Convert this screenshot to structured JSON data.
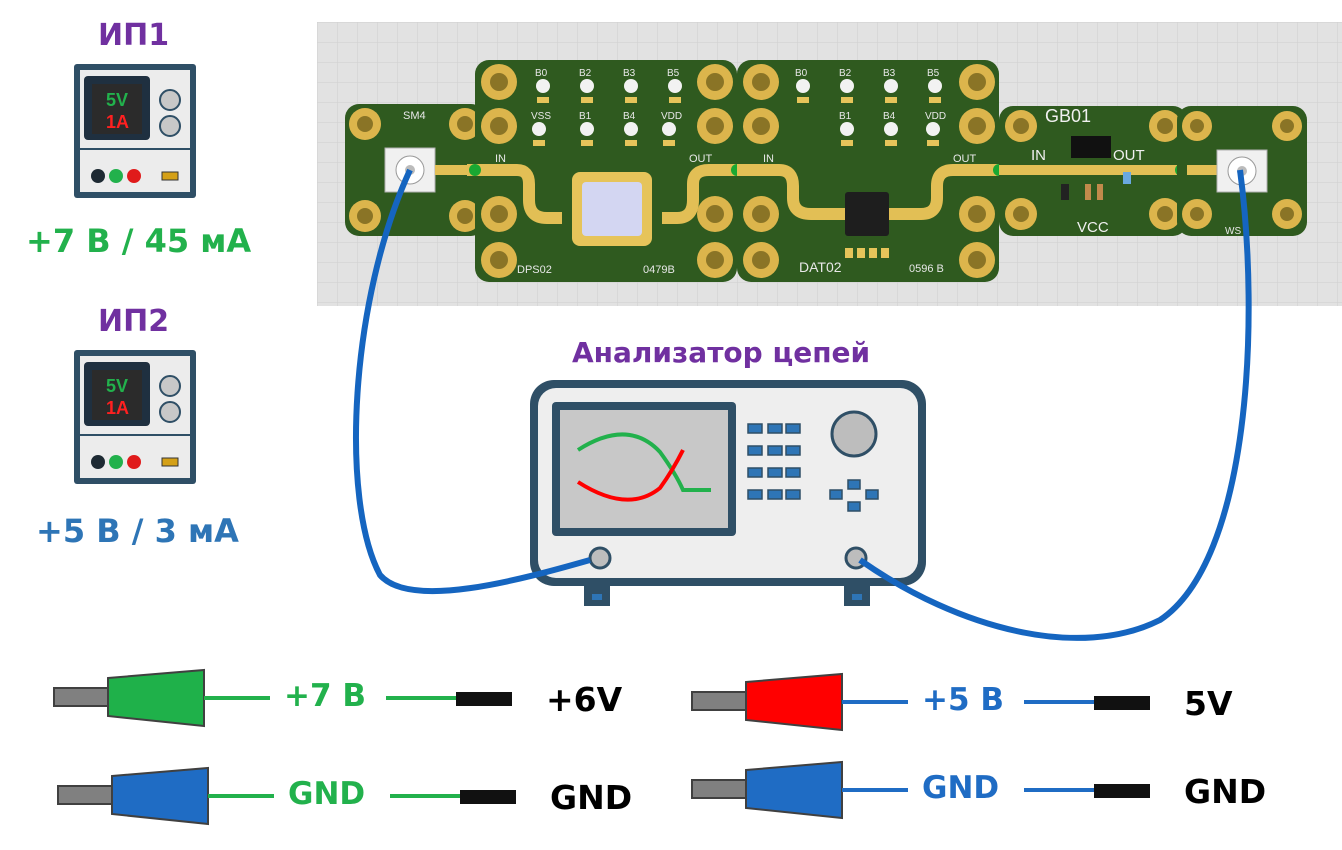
{
  "power_supplies": [
    {
      "title": "ИП1",
      "display_voltage": "5V",
      "display_current": "1A",
      "spec": "+7 В / 45 мА",
      "spec_color": "#22b14c"
    },
    {
      "title": "ИП2",
      "display_voltage": "5V",
      "display_current": "1A",
      "spec": "+5 В / 3 мА",
      "spec_color": "#2e75b6"
    }
  ],
  "boards": [
    {
      "name": "SM4"
    },
    {
      "name": "DPS02",
      "code": "0479B",
      "in_label": "IN",
      "out_label": "OUT",
      "pins": [
        "B0",
        "B2",
        "B3",
        "B5",
        "VSS",
        "B1",
        "B4",
        "VDD"
      ]
    },
    {
      "name": "DAT02",
      "code": "0596 B",
      "in_label": "IN",
      "out_label": "OUT",
      "pins": [
        "B0",
        "B2",
        "B3",
        "B5",
        "B1",
        "B4",
        "VDD"
      ]
    },
    {
      "name": "GB01",
      "in_label": "IN",
      "out_label": "OUT",
      "vcc_label": "VCC"
    },
    {
      "name": "WS"
    }
  ],
  "analyzer": {
    "title": "Анализатор цепей"
  },
  "connectors": [
    {
      "label": "+7 В",
      "pin": "+6V",
      "plug_color": "#1fb14a",
      "wire_color": "#22b14c"
    },
    {
      "label": "GND",
      "pin": "GND",
      "plug_color": "#1f6cc4",
      "wire_color": "#22b14c"
    },
    {
      "label": "+5 В",
      "pin": "5V",
      "plug_color": "#ff0000",
      "wire_color": "#1f6cc4"
    },
    {
      "label": "GND",
      "pin": "GND",
      "plug_color": "#1f6cc4",
      "wire_color": "#1f6cc4"
    }
  ],
  "colors": {
    "accent_purple": "#7030a0",
    "green": "#22b14c",
    "blue": "#2e75b6",
    "cable": "#1565c0"
  }
}
